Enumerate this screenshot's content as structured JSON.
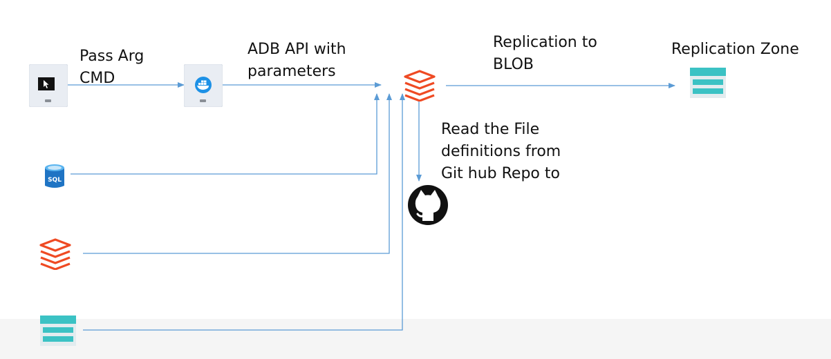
{
  "labels": {
    "pass_arg": "Pass Arg\nCMD",
    "adb_api": "ADB API with\nparameters",
    "replication_blob": "Replication to\nBLOB",
    "replication_zone": "Replication Zone",
    "read_file": "Read the File\ndefinitions from\nGit hub Repo to"
  },
  "icons": {
    "terminal": "terminal-vm-icon",
    "docker": "docker-vm-icon",
    "databricks_main": "databricks-icon",
    "storage_zone": "blob-storage-icon",
    "sql": "azure-sql-icon",
    "sql_text": "SQL",
    "databricks_source": "databricks-icon",
    "storage_source": "blob-storage-icon",
    "github": "github-icon"
  },
  "colors": {
    "connector": "#5b9bd5",
    "databricks": "#ef4a23",
    "docker": "#1d91e6",
    "storage_teal": "#3bc2c4",
    "sql_blue": "#1f74c4"
  }
}
